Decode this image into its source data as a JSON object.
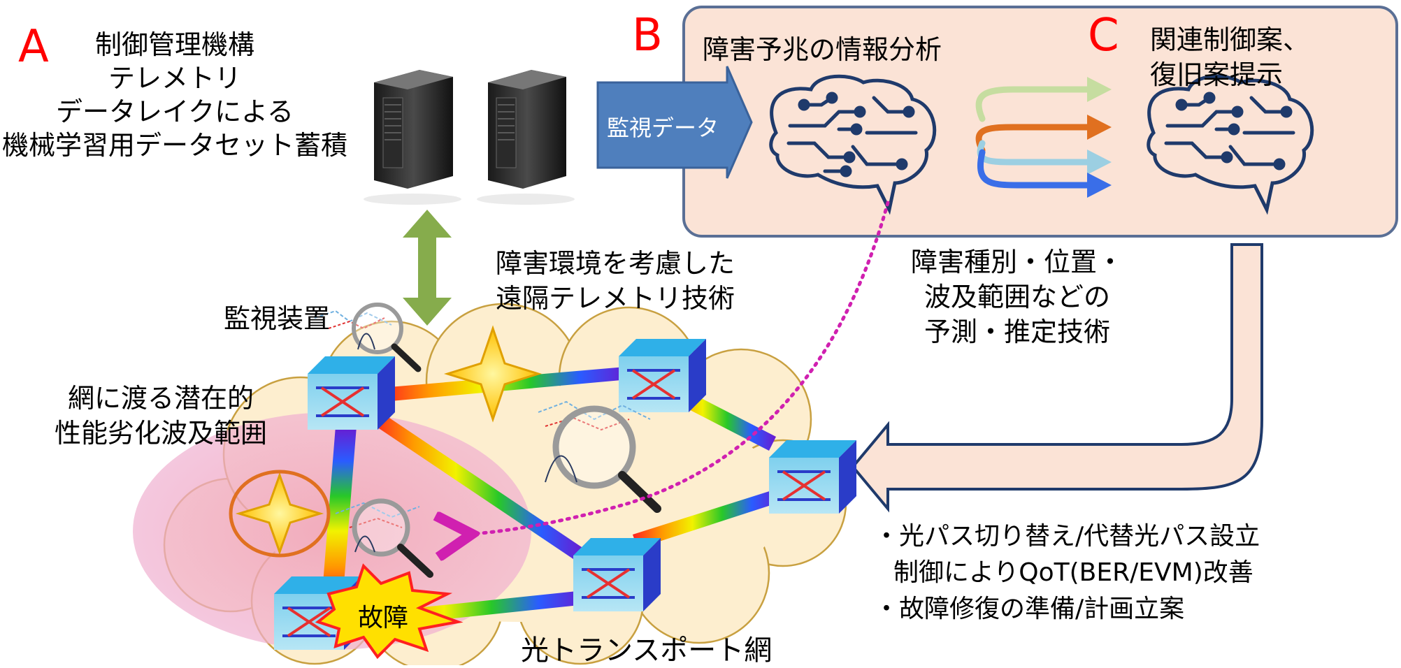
{
  "sections": {
    "a": {
      "letter": "A",
      "lines": [
        "制御管理機構",
        "テレメトリ",
        "データレイクによる",
        "機械学習用データセット蓄積"
      ]
    },
    "b": {
      "letter": "B",
      "title": "障害予兆の情報分析",
      "arrow_label": "監視データ"
    },
    "c": {
      "letter": "C",
      "lines": [
        "関連制御案、",
        "復旧案提示"
      ]
    }
  },
  "prediction": {
    "lines": [
      "障害種別・位置・",
      "波及範囲などの",
      "予測・推定技術"
    ]
  },
  "telemetry": {
    "lines": [
      "障害環境を考慮した",
      "遠隔テレメトリ技術"
    ]
  },
  "monitor_label": "監視装置",
  "degradation": {
    "lines": [
      "網に渡る潜在的",
      "性能劣化波及範囲"
    ]
  },
  "fault_label": "故障",
  "network_label": "光トランスポート網",
  "actions": {
    "lines": [
      "・光パス切り替え/代替光パス設立",
      "制御によりQoT(BER/EVM)改善",
      "・故障修復の準備/計画立案"
    ]
  },
  "colors": {
    "accent_red": "#ff0000",
    "panel_fill": "#fbe3d6",
    "panel_stroke": "#5a6f95",
    "arrow_blue": "#4f7fbd",
    "green_arrow": "#86ac4c",
    "cloud_fill": "#fdeecf",
    "cloud_stroke": "#c8a040",
    "brain_stroke": "#1f3a6b",
    "dotted": "#d020b0"
  }
}
